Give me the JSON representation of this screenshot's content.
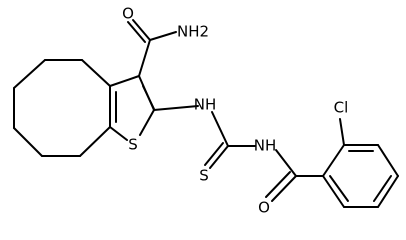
{
  "structure": {
    "atoms": {
      "amide_O": "O",
      "amide_NH2": "NH2",
      "ring_S": "S",
      "NH_1": "NH",
      "NH_2": "NH",
      "thio_S": "S",
      "Cl": "Cl",
      "carbonyl_O": "O"
    }
  }
}
